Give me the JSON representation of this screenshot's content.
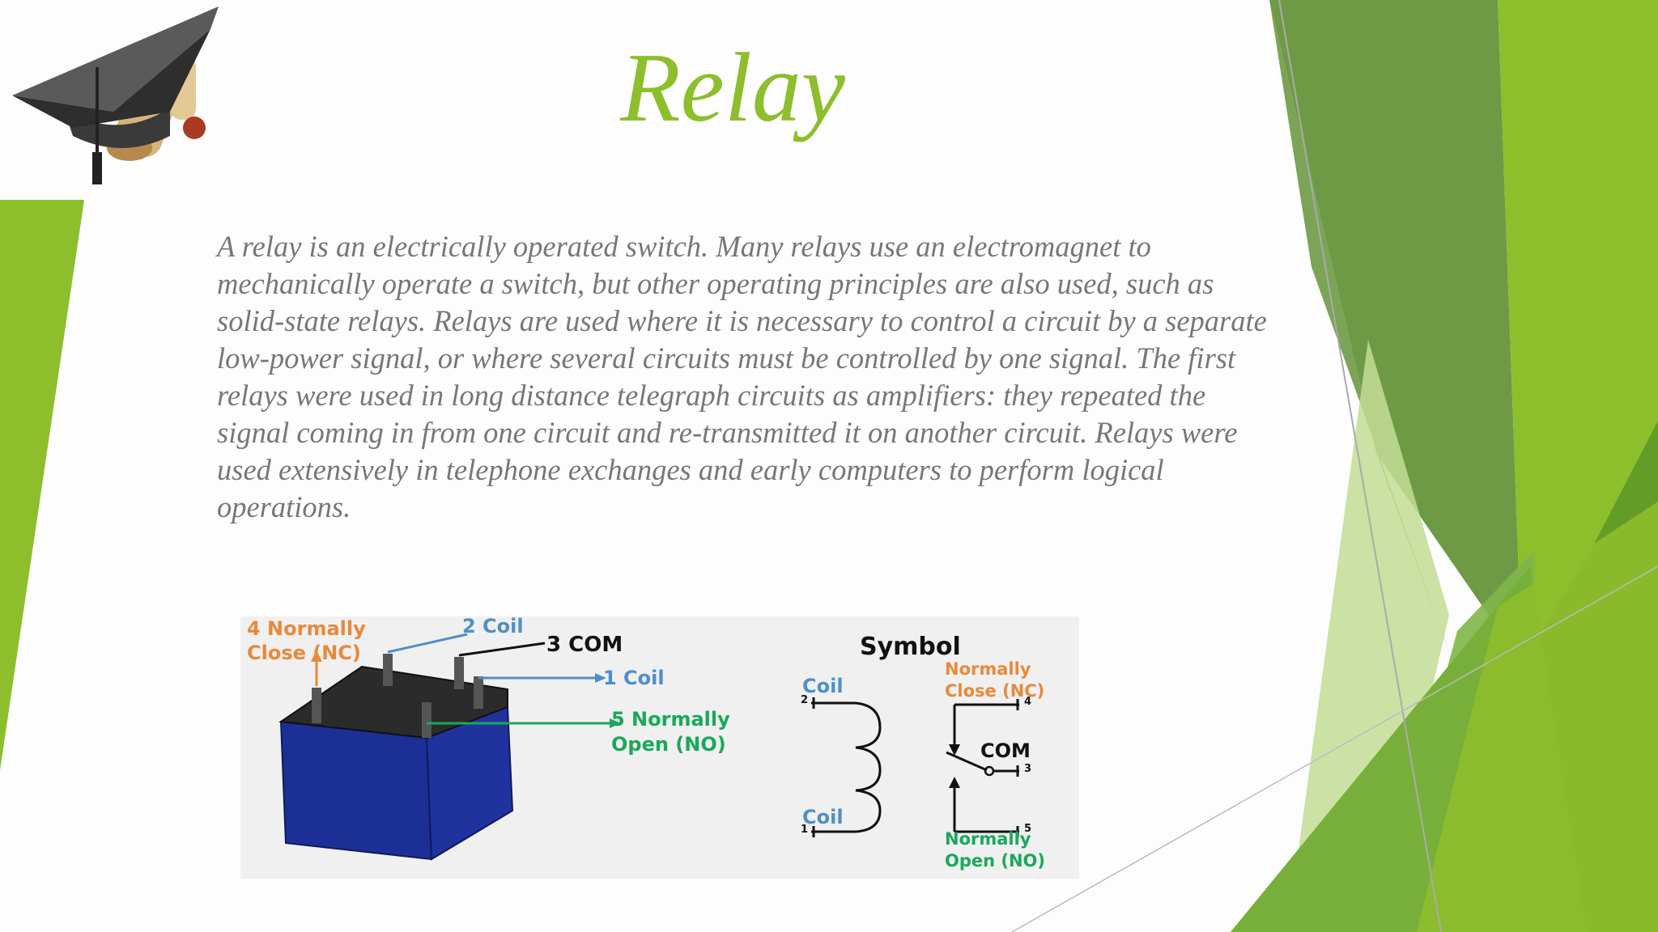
{
  "slide": {
    "title": "Relay",
    "body": "A relay is an electrically operated switch. Many relays use an electromagnet to mechanically operate a switch, but other operating principles are also used, such as solid-state relays. Relays are used where it is necessary to control a circuit by a separate low-power signal, or where several circuits must be controlled by one signal. The first relays were used in long distance telegraph circuits as amplifiers: they repeated the signal coming in from one circuit and re-transmitted it on another circuit. Relays were used extensively in telephone exchanges and early computers to perform logical operations."
  },
  "figure": {
    "pin_labels": {
      "nc_line1": "4 Normally",
      "nc_line2": "Close (NC)",
      "coil2": "2 Coil",
      "com3": "3 COM",
      "coil1": "1 Coil",
      "no_line1": "5 Normally",
      "no_line2": "Open (NO)"
    },
    "symbol": {
      "heading": "Symbol",
      "coil_top": "Coil",
      "coil_bottom": "Coil",
      "nc_line1": "Normally",
      "nc_line2": "Close (NC)",
      "com": "COM",
      "no_line1": "Normally",
      "no_line2": "Open (NO)",
      "pin2": "2",
      "pin1": "1",
      "pin4": "4",
      "pin3": "3",
      "pin5": "5"
    }
  },
  "colors": {
    "accent_green": "#8dbe2c",
    "body_text": "#777777",
    "orange_label": "#e8893a",
    "blue_label": "#4f8fc9",
    "green_label": "#1aa85a",
    "relay_body": "#1c2f96"
  }
}
